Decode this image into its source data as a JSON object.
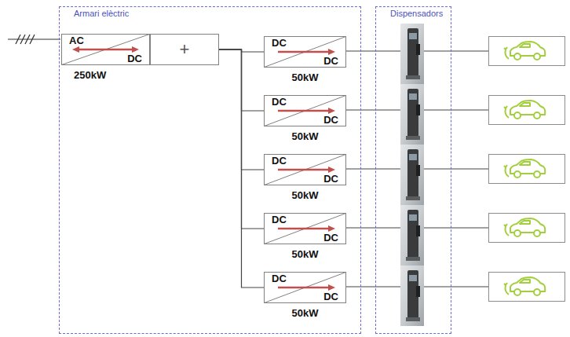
{
  "diagram": {
    "nodes": [
      {
        "text": [
          "Armari elèctric"
        ]
      },
      {
        "text": [
          "AC",
          "DC",
          "250kW"
        ],
        "in": 0
      },
      {
        "text": [
          "+"
        ],
        "in": 0
      },
      {
        "text": [
          "DC",
          "DC",
          "50kW"
        ],
        "in": 0
      },
      {
        "text": [
          "DC",
          "DC",
          "50kW"
        ],
        "in": 0
      },
      {
        "text": [
          "DC",
          "DC",
          "50kW"
        ],
        "in": 0
      },
      {
        "text": [
          "DC",
          "DC",
          "50kW"
        ],
        "in": 0
      },
      {
        "text": [
          "DC",
          "DC",
          "50kW"
        ],
        "in": 0
      },
      {
        "text": [
          "Dispensadors"
        ]
      }
    ],
    "edges": [
      {
        "from": 2,
        "to": 3,
        "arrow": "none"
      },
      {
        "from": 2,
        "to": 4,
        "arrow": "none"
      },
      {
        "from": 2,
        "to": 5,
        "arrow": "none"
      },
      {
        "from": 2,
        "to": 6,
        "arrow": "none"
      },
      {
        "from": 2,
        "to": 7,
        "arrow": "none"
      }
    ]
  }
}
